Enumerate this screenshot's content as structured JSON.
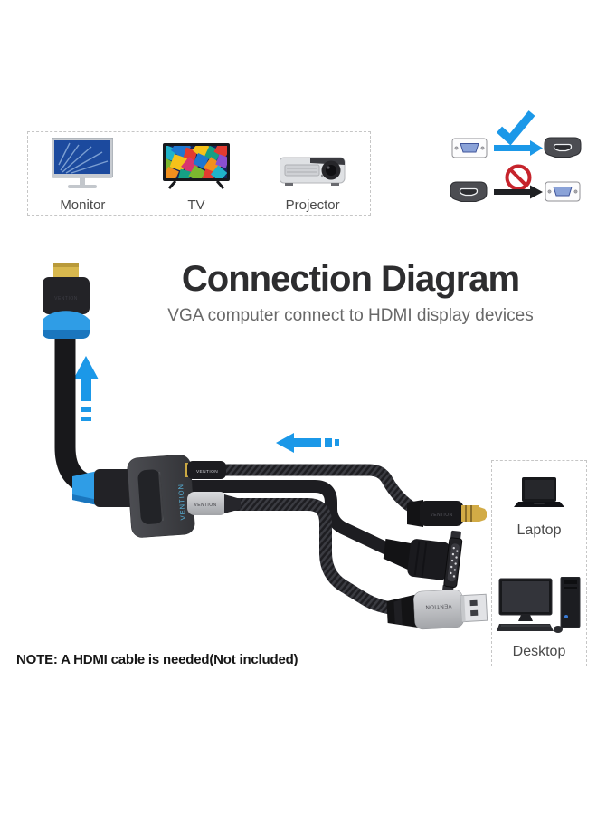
{
  "title": {
    "heading": "Connection Diagram",
    "subtitle": "VGA computer connect to HDMI display devices"
  },
  "display_devices": {
    "labels": [
      "Monitor",
      "TV",
      "Projector"
    ]
  },
  "computers": {
    "labels": [
      "Laptop",
      "Desktop"
    ]
  },
  "note": "NOTE: A HDMI cable is needed(Not included)",
  "brand": "VENTION",
  "compat_panel": {
    "row1": [
      "vga-port",
      "arrow-right-blue",
      "hdmi-port"
    ],
    "row1_mark": "check",
    "row2": [
      "hdmi-port",
      "arrow-right-black",
      "vga-port"
    ],
    "row2_mark": "prohibited"
  },
  "colors": {
    "accent_blue": "#1b98e8",
    "prohibition_red": "#c6242c",
    "title_text": "#2d2d2f",
    "subtitle_text": "#686868",
    "label_text": "#4a4a4a",
    "note_text": "#161616",
    "cable_black": "#1b1b1e",
    "adapter_gray": "#3f4045",
    "connector_silver": "#c3c5c8",
    "gold": "#d2ab46"
  }
}
